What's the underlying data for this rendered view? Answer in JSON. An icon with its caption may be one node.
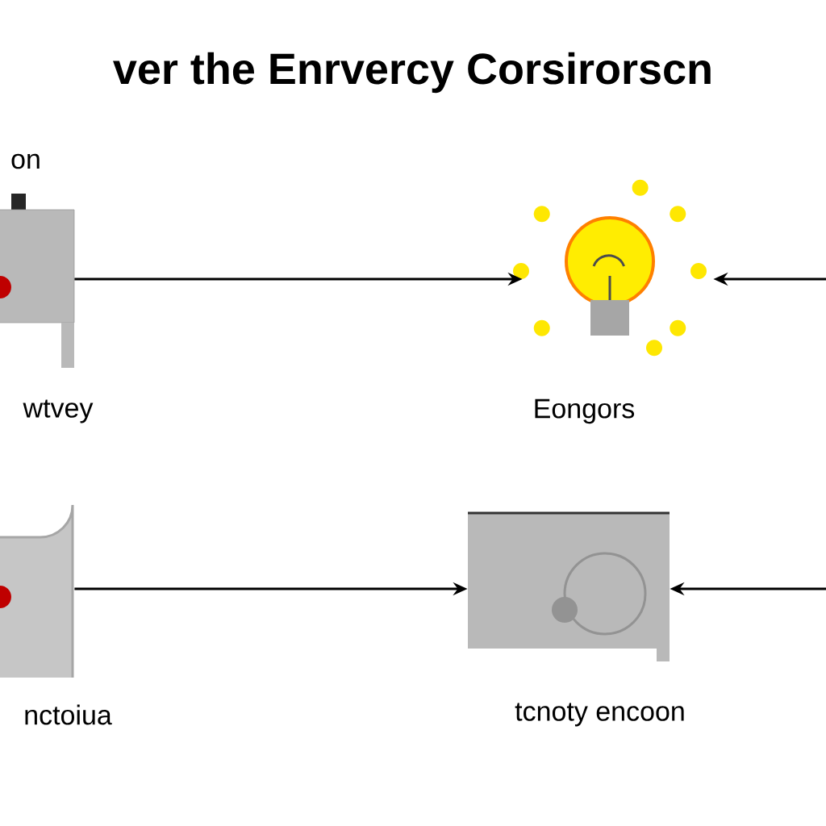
{
  "diagram": {
    "title": "ver the Enrvercy Corsirorscn",
    "nodes": [
      {
        "text": [
          "on",
          "wtvey"
        ]
      },
      {
        "text": [
          "Eongors"
        ]
      },
      {
        "text": [
          "nctoiua"
        ]
      },
      {
        "text": [
          "tcnoty encoon"
        ]
      }
    ],
    "edges": [
      {
        "from": 0,
        "to": 1,
        "arrow": "to"
      },
      {
        "from": null,
        "to": 1,
        "arrow": "to"
      },
      {
        "from": 2,
        "to": 3,
        "arrow": "to"
      },
      {
        "from": null,
        "to": 3,
        "arrow": "to"
      }
    ]
  }
}
